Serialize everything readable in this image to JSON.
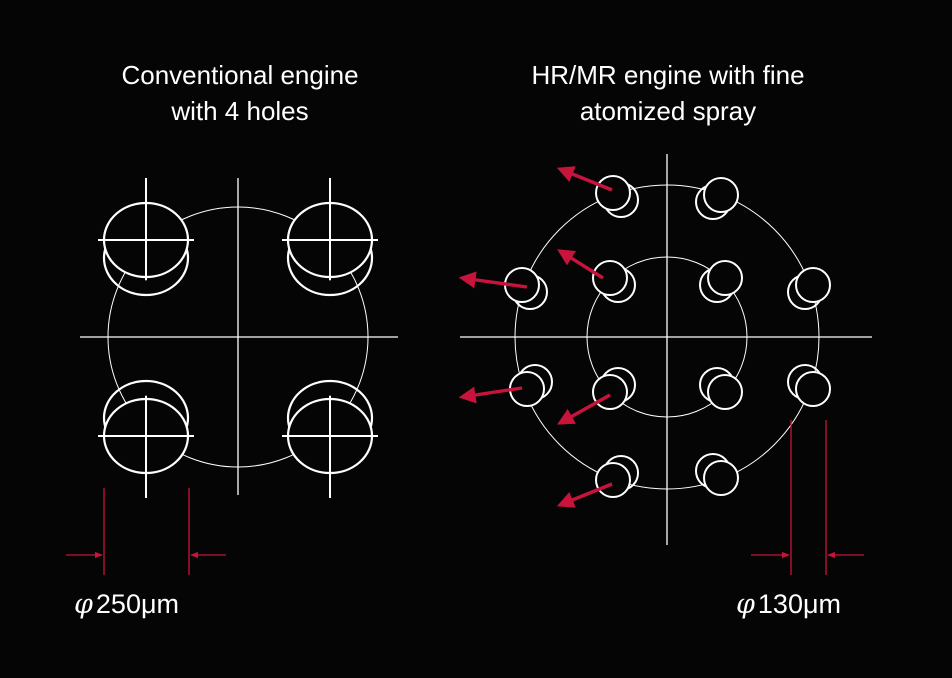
{
  "left_panel": {
    "title_line1": "Conventional engine",
    "title_line2": "with 4 holes",
    "dimension_symbol": "φ",
    "dimension_value": "250μm"
  },
  "right_panel": {
    "title_line1": "HR/MR engine with fine",
    "title_line2": "atomized spray",
    "dimension_symbol": "φ",
    "dimension_value": "130μm"
  },
  "colors": {
    "background": "#050505",
    "lines": "#ffffff",
    "spray_arrow": "#c8143c",
    "dimension_lines": "#c8143c"
  },
  "icons": [
    "nozzle-hole-icon",
    "spray-direction-arrow"
  ]
}
